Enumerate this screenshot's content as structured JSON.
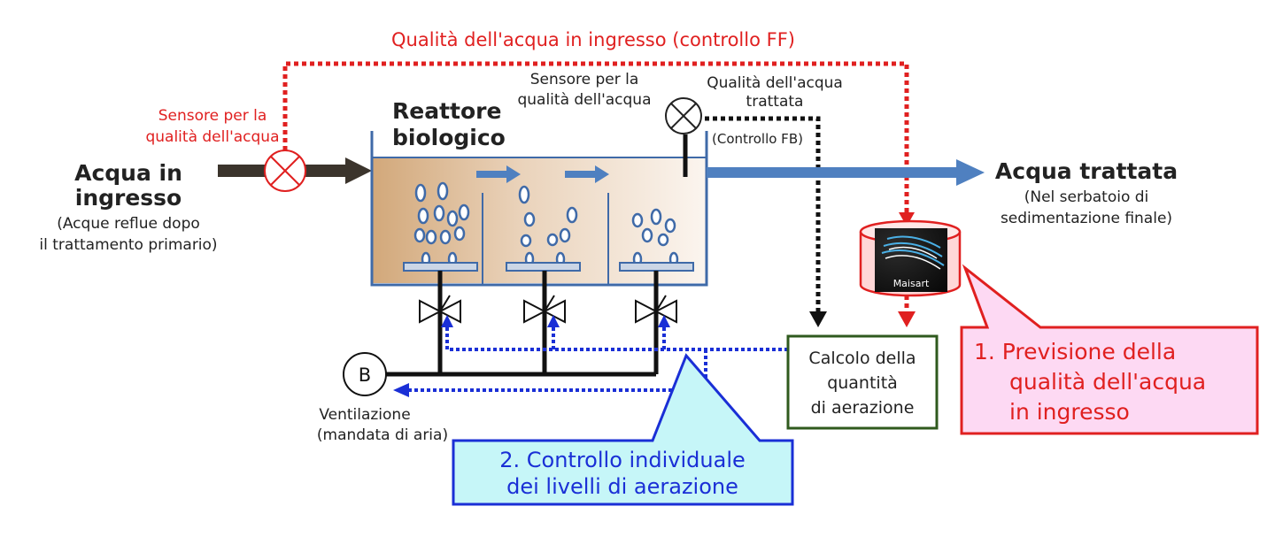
{
  "colors": {
    "red": "#e02020",
    "blue": "#1a2fd6",
    "flow_blue": "#4f80c0",
    "tank_border": "#3f6aa8",
    "arrow_brown": "#3b342c",
    "green_border": "#2f5a1e",
    "pink_fill": "#fdd9f3",
    "cyan_fill": "#c6f6f8"
  },
  "top_label": "Qualità dell'acqua in ingresso (controllo FF)",
  "inlet": {
    "sensor_label_1": "Sensore per la",
    "sensor_label_2": "qualità dell'acqua",
    "title_1": "Acqua in",
    "title_2": "ingresso",
    "note_1": "(Acque reflue dopo",
    "note_2": "il trattamento primario)"
  },
  "reactor": {
    "title_1": "Reattore",
    "title_2": "biologico",
    "sensor_label_1": "Sensore per la",
    "sensor_label_2": "qualità dell'acqua"
  },
  "treated_quality": {
    "label_1": "Qualità dell'acqua",
    "label_2": "trattata",
    "fb_label": "(Controllo FB)"
  },
  "outlet": {
    "title": "Acqua trattata",
    "note_1": "(Nel serbatoio di",
    "note_2": "sedimentazione finale)"
  },
  "blower": {
    "symbol": "B",
    "label_1": "Ventilazione",
    "label_2": "(mandata di aria)"
  },
  "calc_box": {
    "line_1": "Calcolo della",
    "line_2": "quantità",
    "line_3": "di aerazione"
  },
  "maisart": {
    "logo_text": "Maisart"
  },
  "callout_1": {
    "line_1": "1. Previsione della",
    "line_2": "qualità dell'acqua",
    "line_3": "in ingresso"
  },
  "callout_2": {
    "line_1": "2. Controllo individuale",
    "line_2": "dei livelli di aerazione"
  }
}
